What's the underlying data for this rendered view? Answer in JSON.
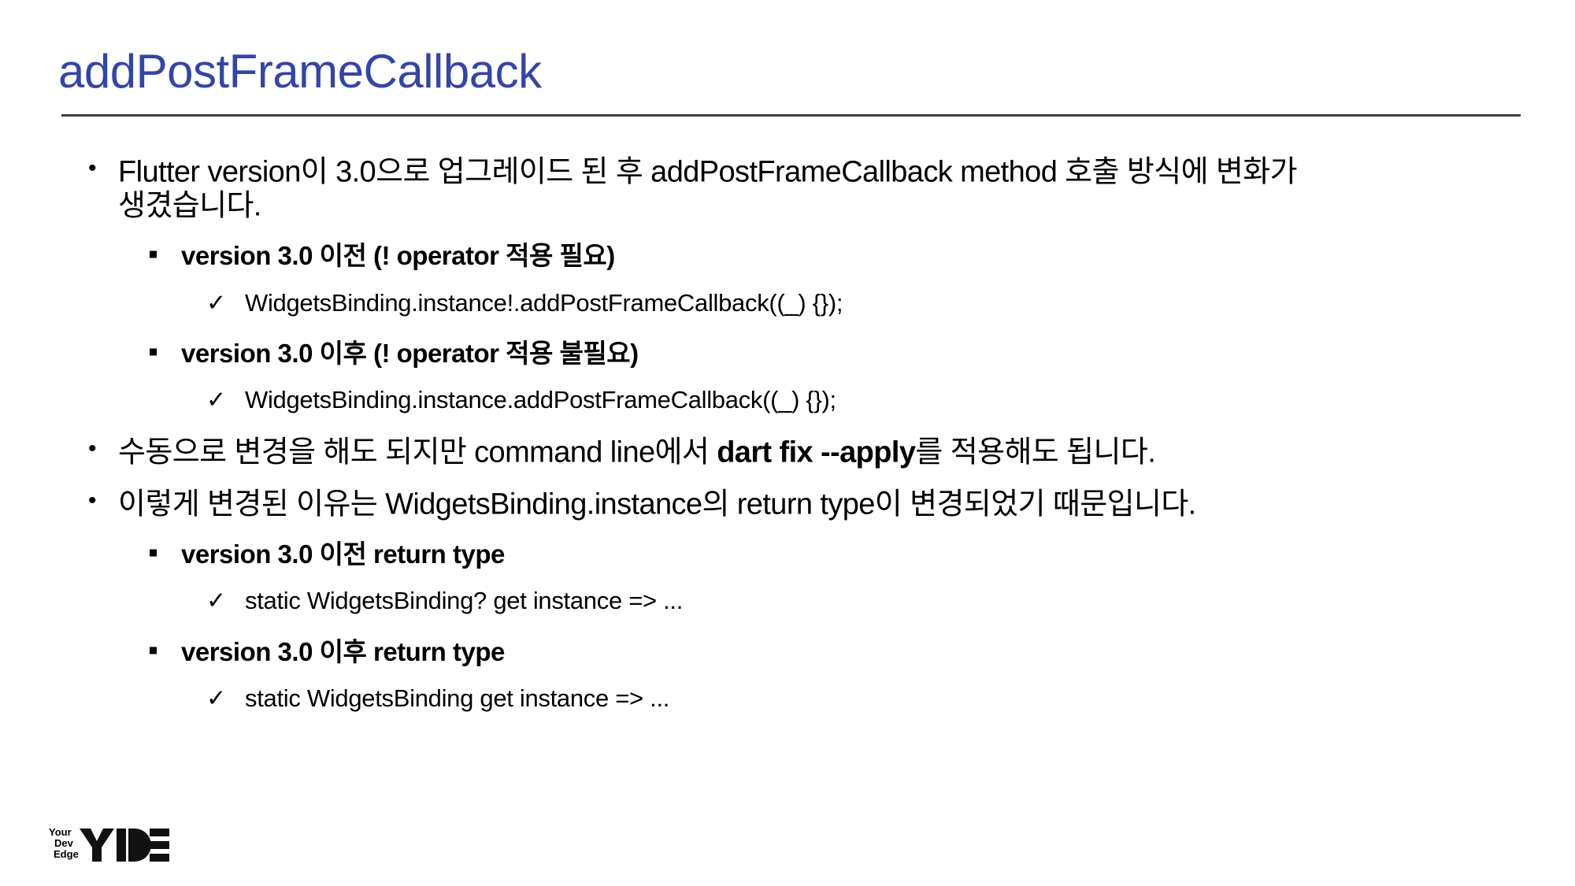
{
  "title": "addPostFrameCallback",
  "bullets": [
    {
      "text_a": "Flutter version이 3.0으로 업그레이드 된 후 addPostFrameCallback method 호출 방식에 변화가",
      "text_b": "생겼습니다."
    },
    {
      "pre": "수동으로 변경을 해도 되지만 command line에서 ",
      "bold": "dart fix --apply",
      "post": "를 적용해도 됩니다."
    },
    {
      "text": "이렇게 변경된 이유는 WidgetsBinding.instance의 return type이 변경되었기 때문입니다."
    }
  ],
  "sub": [
    {
      "label": "version 3.0 이전 (! operator 적용 필요)",
      "check": "WidgetsBinding.instance!.addPostFrameCallback((_) {});"
    },
    {
      "label": "version 3.0 이후 (! operator 적용 불필요)",
      "check": "WidgetsBinding.instance.addPostFrameCallback((_) {});"
    },
    {
      "label": "version 3.0 이전 return type",
      "check": "static WidgetsBinding? get instance => ..."
    },
    {
      "label": "version 3.0 이후 return type",
      "check": "static WidgetsBinding get instance => ..."
    }
  ],
  "marks": {
    "bullet": "•",
    "check": "✓"
  },
  "logo": {
    "small": "Your Dev Edge",
    "big": "YDE"
  },
  "colors": {
    "title": "#3445a8",
    "rule": "#404040"
  }
}
